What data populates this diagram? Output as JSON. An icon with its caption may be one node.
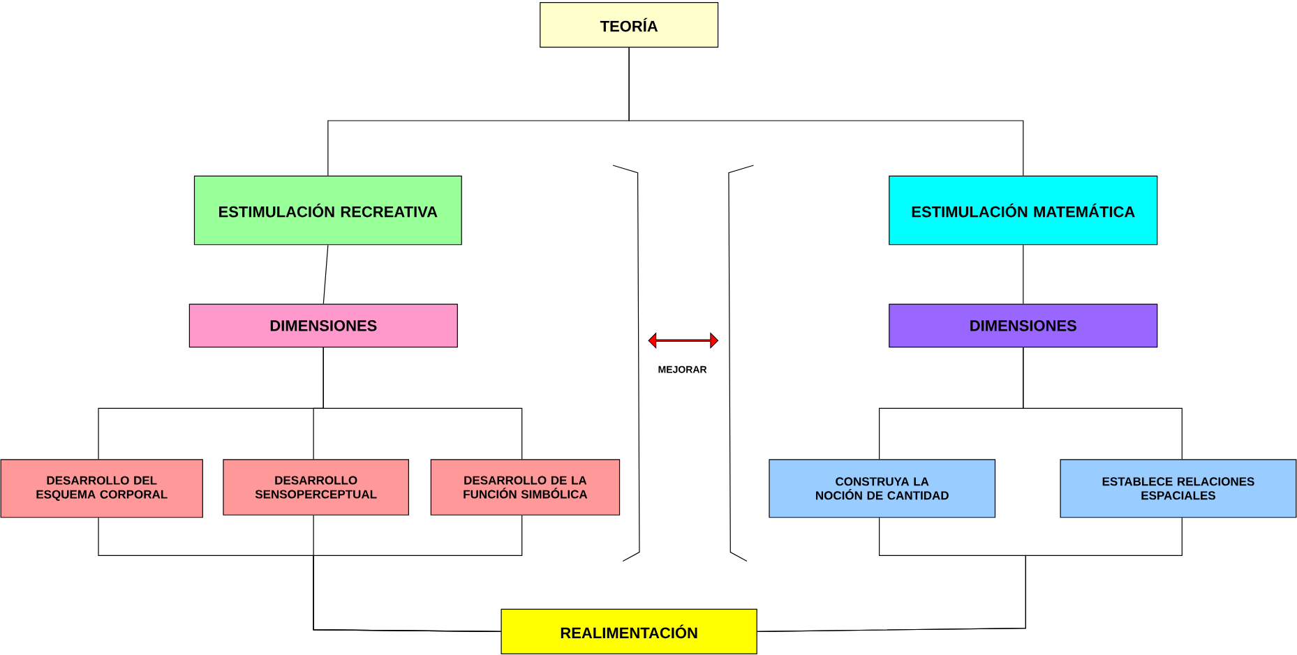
{
  "diagram": {
    "nodes": [
      {
        "text": [
          "TEORÍA"
        ]
      },
      {
        "text": [
          "ESTIMULACIÓN RECREATIVA"
        ]
      },
      {
        "text": [
          "ESTIMULACIÓN MATEMÁTICA"
        ]
      },
      {
        "text": [
          "DIMENSIONES"
        ]
      },
      {
        "text": [
          "DIMENSIONES"
        ]
      },
      {
        "text": [
          "DESARROLLO DEL ESQUEMA CORPORAL"
        ]
      },
      {
        "text": [
          "DESARROLLO SENSOPERCEPTUAL"
        ]
      },
      {
        "text": [
          "DESARROLLO DE LA FUNCIÓN SIMBÓLICA"
        ]
      },
      {
        "text": [
          "CONSTRUYA LA NOCIÓN DE CANTIDAD"
        ]
      },
      {
        "text": [
          "ESTABLECE RELACIONES ESPACIALES"
        ]
      },
      {
        "text": [
          "REALIMENTACIÓN"
        ]
      }
    ],
    "edges": [
      {
        "from": 0,
        "to": 1,
        "arrow": "none"
      },
      {
        "from": 0,
        "to": 2,
        "arrow": "none"
      },
      {
        "from": 1,
        "to": 3,
        "arrow": "none"
      },
      {
        "from": 2,
        "to": 4,
        "arrow": "none"
      },
      {
        "from": 3,
        "to": 5,
        "arrow": "none"
      },
      {
        "from": 3,
        "to": 6,
        "arrow": "none"
      },
      {
        "from": 3,
        "to": 7,
        "arrow": "none"
      },
      {
        "from": 4,
        "to": 8,
        "arrow": "none"
      },
      {
        "from": 4,
        "to": 9,
        "arrow": "none"
      },
      {
        "from": 5,
        "to": 10,
        "arrow": "none"
      },
      {
        "from": 6,
        "to": 10,
        "arrow": "none"
      },
      {
        "from": 7,
        "to": 10,
        "arrow": "none"
      },
      {
        "from": 8,
        "to": 10,
        "arrow": "none"
      },
      {
        "from": 9,
        "to": 10,
        "arrow": "none"
      }
    ],
    "labels": [
      "MEJORAR"
    ]
  }
}
